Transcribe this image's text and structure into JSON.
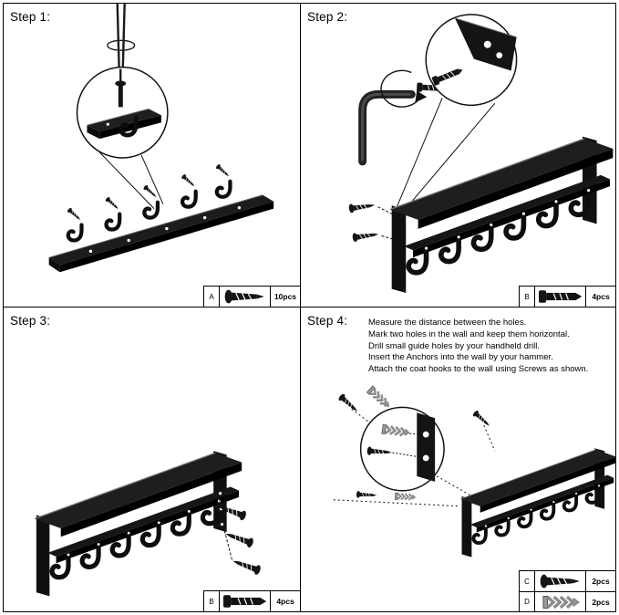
{
  "document": {
    "kind": "assembly-instruction-sheet",
    "product": "wall-mounted coat rack shelf with hooks",
    "colors": {
      "ink": "#000000",
      "metal_gray": "#8b8b8b",
      "background": "#ffffff"
    }
  },
  "steps": [
    {
      "label": "Step 1:",
      "illustration": "attach-hooks-to-rail-with-screwdriver-magnified-detail",
      "parts": [
        {
          "letter": "A",
          "icon": "screw-icon",
          "qty": "10pcs"
        }
      ]
    },
    {
      "label": "Step 2:",
      "illustration": "fasten-shelf-bracket-bolts-with-allen-key-magnified-detail",
      "parts": [
        {
          "letter": "B",
          "icon": "bolt-icon",
          "qty": "4pcs"
        }
      ]
    },
    {
      "label": "Step 3:",
      "illustration": "assembled-shelf-with-side-bracket-screws",
      "parts": [
        {
          "letter": "B",
          "icon": "bolt-icon",
          "qty": "4pcs"
        }
      ]
    },
    {
      "label": "Step 4:",
      "instructions": [
        "Measure the distance between the holes.",
        "Mark two holes in the wall and keep them horizontal.",
        "Drill small guide holes by your handheld drill.",
        "Insert the Anchors into the wall by your hammer.",
        "Attach the coat hooks to the wall using Screws as shown."
      ],
      "illustration": "wall-mounting-with-anchors-and-screws-magnified-detail",
      "parts": [
        {
          "letter": "C",
          "icon": "screw-icon",
          "qty": "2pcs"
        },
        {
          "letter": "D",
          "icon": "anchor-icon",
          "qty": "2pcs"
        }
      ]
    }
  ]
}
